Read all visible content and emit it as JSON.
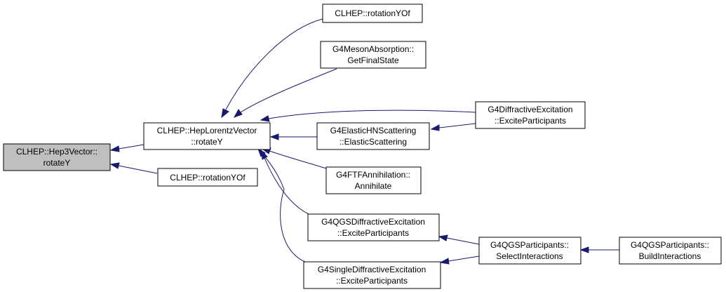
{
  "graph": {
    "colors": {
      "edge": "#191970",
      "root_fill": "#bfbfbf",
      "node_fill": "#ffffff",
      "node_border": "#000000"
    },
    "nodes": {
      "hep3vector_rotatey": {
        "line1": "CLHEP::Hep3Vector::",
        "line2": "rotateY"
      },
      "heplorentzvector_rotatey": {
        "line1": "CLHEP::HepLorentzVector",
        "line2": "::rotateY"
      },
      "rotationyof_lower": {
        "line1": "CLHEP::rotationYOf"
      },
      "rotationyof_upper": {
        "line1": "CLHEP::rotationYOf"
      },
      "mesonabsorption": {
        "line1": "G4MesonAbsorption::",
        "line2": "GetFinalState"
      },
      "diffractive_excitation": {
        "line1": "G4DiffractiveExcitation",
        "line2": "::ExciteParticipants"
      },
      "elastic_hn": {
        "line1": "G4ElasticHNScattering",
        "line2": "::ElasticScattering"
      },
      "ftf_annihilation": {
        "line1": "G4FTFAnnihilation::",
        "line2": "Annihilate"
      },
      "qgs_diffractive": {
        "line1": "G4QGSDiffractiveExcitation",
        "line2": "::ExciteParticipants"
      },
      "qgs_participants_select": {
        "line1": "G4QGSParticipants::",
        "line2": "SelectInteractions"
      },
      "qgs_participants_build": {
        "line1": "G4QGSParticipants::",
        "line2": "BuildInteractions"
      },
      "single_diffractive": {
        "line1": "G4SingleDiffractiveExcitation",
        "line2": "::ExciteParticipants"
      }
    },
    "edges": [
      {
        "from": "heplorentzvector_rotatey",
        "to": "hep3vector_rotatey"
      },
      {
        "from": "rotationyof_lower",
        "to": "hep3vector_rotatey"
      },
      {
        "from": "rotationyof_upper",
        "to": "heplorentzvector_rotatey"
      },
      {
        "from": "mesonabsorption",
        "to": "heplorentzvector_rotatey"
      },
      {
        "from": "diffractive_excitation",
        "to": "heplorentzvector_rotatey"
      },
      {
        "from": "elastic_hn",
        "to": "heplorentzvector_rotatey"
      },
      {
        "from": "ftf_annihilation",
        "to": "heplorentzvector_rotatey"
      },
      {
        "from": "qgs_diffractive",
        "to": "heplorentzvector_rotatey"
      },
      {
        "from": "single_diffractive",
        "to": "heplorentzvector_rotatey"
      },
      {
        "from": "diffractive_excitation",
        "to": "elastic_hn"
      },
      {
        "from": "qgs_participants_select",
        "to": "qgs_diffractive"
      },
      {
        "from": "qgs_participants_select",
        "to": "single_diffractive"
      },
      {
        "from": "qgs_participants_build",
        "to": "qgs_participants_select"
      }
    ]
  }
}
